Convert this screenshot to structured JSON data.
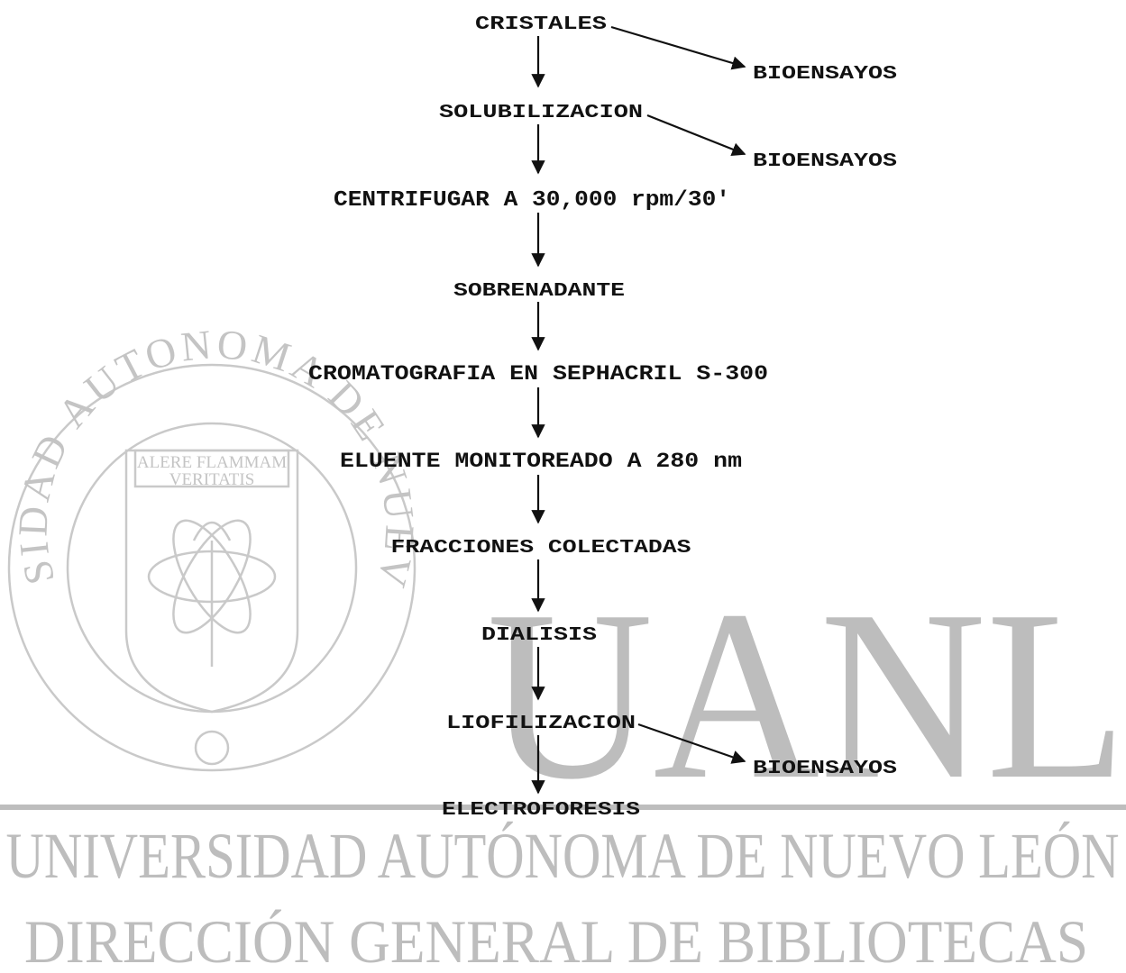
{
  "watermark": {
    "seal_ring": "UNIVERSIDAD AUTONOMA DE NUEVO LEON",
    "seal_banner_1": "ALERE FLAMMAM",
    "seal_banner_2": "VERITATIS",
    "logo": "UANL",
    "line1": "UNIVERSIDAD AUTÓNOMA DE NUEVO LEÓN",
    "line2": "DIRECCIÓN GENERAL DE BIBLIOTECAS"
  },
  "flow": {
    "steps": [
      "CRISTALES",
      "SOLUBILIZACION",
      "CENTRIFUGAR A 30,000 rpm/30'",
      "SOBRENADANTE",
      "CROMATOGRAFIA EN SEPHACRIL S-300",
      "ELUENTE MONITOREADO A 280 nm",
      "FRACCIONES COLECTADAS",
      "DIALISIS",
      "LIOFILIZACION",
      "ELECTROFORESIS"
    ],
    "branches": [
      "BIOENSAYOS",
      "BIOENSAYOS",
      "BIOENSAYOS"
    ]
  }
}
